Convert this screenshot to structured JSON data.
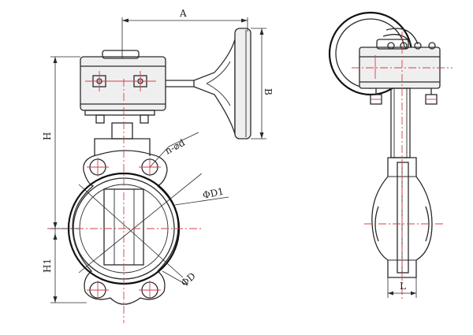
{
  "labels": {
    "A": "A",
    "B": "B",
    "H": "H",
    "H1": "H1",
    "L": "L",
    "nd": "n-⌀d",
    "D1": "ΦD1",
    "D": "ΦD"
  },
  "colors": {
    "line": "#2a2a2a",
    "centerline": "#d0404a",
    "fill": "#efefef"
  }
}
